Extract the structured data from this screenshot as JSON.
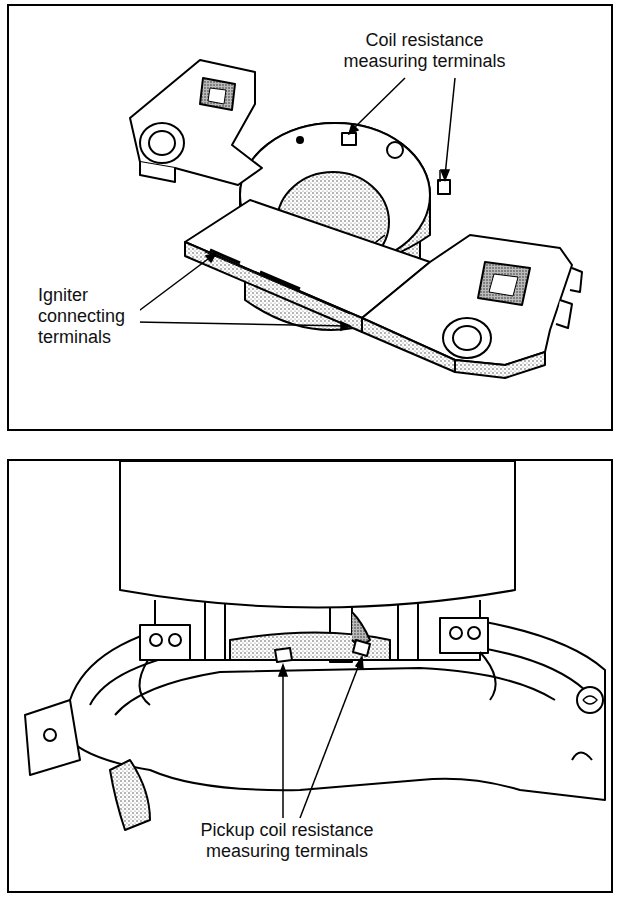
{
  "diagram": {
    "labels": [
      "Coil resistance measuring terminals",
      "Igniter connecting terminals",
      "Pickup coil resistance measuring terminals"
    ]
  }
}
